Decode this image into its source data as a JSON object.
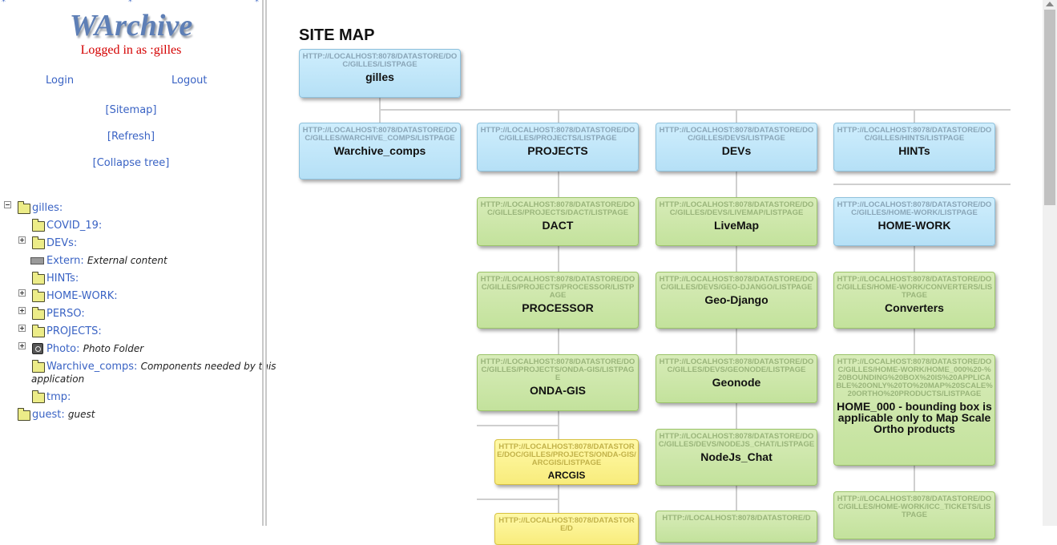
{
  "app": {
    "logo": "WArchive",
    "logged_in": "Logged in as :gilles",
    "login": "Login",
    "logout": "Logout",
    "sitemap": "[Sitemap]",
    "refresh": "[Refresh]",
    "collapse": "[Collapse tree]",
    "star": "*"
  },
  "tree": {
    "root": {
      "name": "gilles:"
    },
    "items": [
      {
        "name": "COVID_19:",
        "desc": ""
      },
      {
        "name": "DEVs:",
        "desc": ""
      },
      {
        "name": "Extern:",
        "desc": "External content"
      },
      {
        "name": "HINTs:",
        "desc": ""
      },
      {
        "name": "HOME-WORK:",
        "desc": ""
      },
      {
        "name": "PERSO:",
        "desc": ""
      },
      {
        "name": "PROJECTS:",
        "desc": ""
      },
      {
        "name": "Photo:",
        "desc": "Photo Folder"
      },
      {
        "name": "Warchive_comps:",
        "desc": "Components needed by this",
        "desc2": "application"
      },
      {
        "name": "tmp:",
        "desc": ""
      }
    ],
    "guest": {
      "name": "guest:",
      "desc": "guest"
    }
  },
  "sitemap": {
    "title": "SITE MAP",
    "nodes": {
      "gilles": {
        "url": "HTTP://LOCALHOST:8078/DATASTORE/DOC/GILLES/LISTPAGE",
        "title": "gilles"
      },
      "warchive_comps": {
        "url": "HTTP://LOCALHOST:8078/DATASTORE/DOC/GILLES/WARCHIVE_COMPS/LISTPAGE",
        "title": "Warchive_comps"
      },
      "projects": {
        "url": "HTTP://LOCALHOST:8078/DATASTORE/DOC/GILLES/PROJECTS/LISTPAGE",
        "title": "PROJECTS"
      },
      "devs": {
        "url": "HTTP://LOCALHOST:8078/DATASTORE/DOC/GILLES/DEVS/LISTPAGE",
        "title": "DEVs"
      },
      "hints": {
        "url": "HTTP://LOCALHOST:8078/DATASTORE/DOC/GILLES/HINTS/LISTPAGE",
        "title": "HINTs"
      },
      "dact": {
        "url": "HTTP://LOCALHOST:8078/DATASTORE/DOC/GILLES/PROJECTS/DACT/LISTPAGE",
        "title": "DACT"
      },
      "livemap": {
        "url": "HTTP://LOCALHOST:8078/DATASTORE/DOC/GILLES/DEVS/LIVEMAP/LISTPAGE",
        "title": "LiveMap"
      },
      "homework": {
        "url": "HTTP://LOCALHOST:8078/DATASTORE/DOC/GILLES/HOME-WORK/LISTPAGE",
        "title": "HOME-WORK"
      },
      "processor": {
        "url": "HTTP://LOCALHOST:8078/DATASTORE/DOC/GILLES/PROJECTS/PROCESSOR/LISTPAGE",
        "title": "PROCESSOR"
      },
      "geodjango": {
        "url": "HTTP://LOCALHOST:8078/DATASTORE/DOC/GILLES/DEVS/GEO-DJANGO/LISTPAGE",
        "title": "Geo-Django"
      },
      "converters": {
        "url": "HTTP://LOCALHOST:8078/DATASTORE/DOC/GILLES/HOME-WORK/CONVERTERS/LISTPAGE",
        "title": "Converters"
      },
      "ondagis": {
        "url": "HTTP://LOCALHOST:8078/DATASTORE/DOC/GILLES/PROJECTS/ONDA-GIS/LISTPAGE",
        "title": "ONDA-GIS"
      },
      "geonode": {
        "url": "HTTP://LOCALHOST:8078/DATASTORE/DOC/GILLES/DEVS/GEONODE/LISTPAGE",
        "title": "Geonode"
      },
      "home000": {
        "url": "HTTP://LOCALHOST:8078/DATASTORE/DOC/GILLES/HOME-WORK/HOME_000%20-%20BOUNDING%20BOX%20IS%20APPLICABLE%20ONLY%20TO%20MAP%20SCALE%20ORTHO%20PRODUCTS/LISTPAGE",
        "title": "HOME_000 - bounding box is applicable only to Map Scale Ortho products"
      },
      "arcgis": {
        "url": "HTTP://LOCALHOST:8078/DATASTORE/DOC/GILLES/PROJECTS/ONDA-GIS/ARCGIS/LISTPAGE",
        "title": "ARCGIS"
      },
      "nodejs": {
        "url": "HTTP://LOCALHOST:8078/DATASTORE/DOC/GILLES/DEVS/NODEJS_CHAT/LISTPAGE",
        "title": "NodeJs_Chat"
      },
      "icc": {
        "url": "HTTP://LOCALHOST:8078/DATASTORE/DOC/GILLES/HOME-WORK/ICC_TICKETS/LISTPAGE",
        "title": ""
      },
      "proj_next": {
        "url": "HTTP://LOCALHOST:8078/DATASTORE/D",
        "title": ""
      },
      "devs_next": {
        "url": "HTTP://LOCALHOST:8078/DATASTORE/D",
        "title": ""
      }
    }
  }
}
